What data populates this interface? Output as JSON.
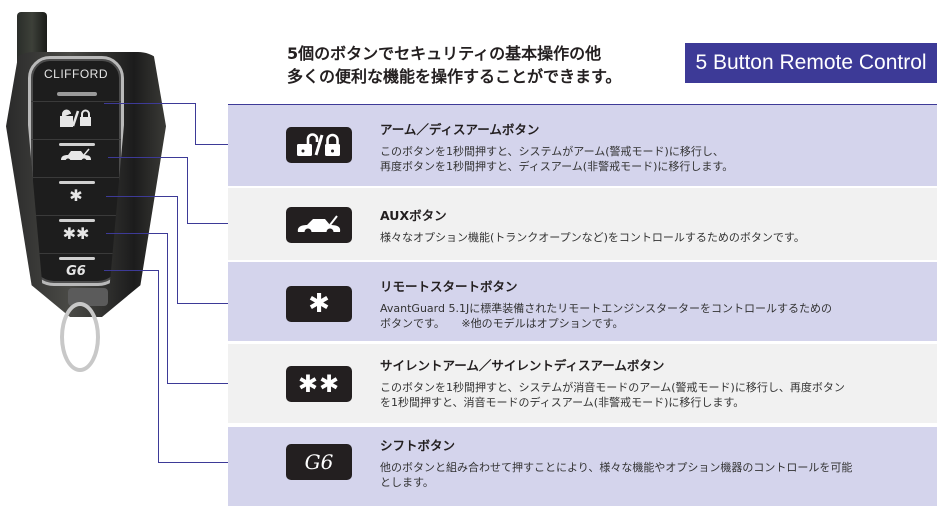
{
  "header": {
    "headline_line1": "5個のボタンでセキュリティの基本操作の他",
    "headline_line2": "多くの便利な機能を操作することができます。",
    "banner": "5 Button Remote Control"
  },
  "remote": {
    "brand": "CLIFFORD",
    "buttons": [
      {
        "icon": "lock-unlock-icon",
        "glyph": "🔓/🔒"
      },
      {
        "icon": "car-trunk-icon",
        "glyph": "🚗"
      },
      {
        "icon": "asterisk-icon",
        "glyph": "✱"
      },
      {
        "icon": "double-asterisk-icon",
        "glyph": "✱✱"
      },
      {
        "icon": "g6-shift-icon",
        "glyph": "G6"
      }
    ]
  },
  "rows": [
    {
      "icon": "lock-unlock-icon",
      "badge": "🔓/🔒",
      "title": "アーム／ディスアームボタン",
      "desc_line1": "このボタンを1秒間押すと、システムがアーム(警戒モード)に移行し、",
      "desc_line2": "再度ボタンを1秒間押すと、ディスアーム(非警戒モード)に移行します。"
    },
    {
      "icon": "car-trunk-icon",
      "badge": "🚗",
      "title": "AUXボタン",
      "desc_line1": "様々なオプション機能(トランクオープンなど)をコントロールするためのボタンです。",
      "desc_line2": ""
    },
    {
      "icon": "asterisk-icon",
      "badge": "✱",
      "title": "リモートスタートボタン",
      "desc_line1": "AvantGuard 5.1Jに標準装備されたリモートエンジンスターターをコントロールするための",
      "desc_line2": "ボタンです。　　※他のモデルはオプションです。"
    },
    {
      "icon": "double-asterisk-icon",
      "badge": "✱✱",
      "title": "サイレントアーム／サイレントディスアームボタン",
      "desc_line1": "このボタンを1秒間押すと、システムが消音モードのアーム(警戒モード)に移行し、再度ボタン",
      "desc_line2": "を1秒間押すと、消音モードのディスアーム(非警戒モード)に移行します。"
    },
    {
      "icon": "g6-shift-icon",
      "badge": "G6",
      "title": "シフトボタン",
      "desc_line1": "他のボタンと組み合わせて押すことにより、様々な機能やオプション機器のコントロールを可能",
      "desc_line2": "とします。"
    }
  ],
  "colors": {
    "accent": "#3d3a97",
    "row_lavender": "#d4d4ec",
    "row_gray": "#f1f1f1",
    "badge": "#231f20"
  }
}
